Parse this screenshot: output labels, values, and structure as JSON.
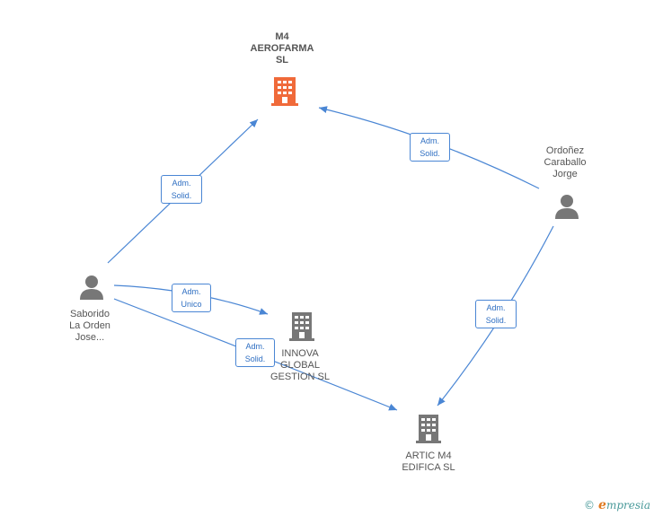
{
  "colors": {
    "edge": "#4a86d4",
    "main_company": "#f06a3a",
    "company": "#777777",
    "person": "#777777"
  },
  "nodes": {
    "m4": {
      "lines": [
        "M4",
        "AEROFARMA",
        "SL"
      ],
      "icon": "building-icon"
    },
    "ordonez": {
      "lines": [
        "Ordoñez",
        "Caraballo",
        "Jorge"
      ],
      "icon": "person-icon"
    },
    "saborido": {
      "lines": [
        "Saborido",
        "La Orden",
        "Jose..."
      ],
      "icon": "person-icon"
    },
    "innova": {
      "lines": [
        "INNOVA",
        "GLOBAL",
        "GESTION  SL"
      ],
      "icon": "building-icon"
    },
    "artic": {
      "lines": [
        "ARTIC M4",
        "EDIFICA  SL"
      ],
      "icon": "building-icon"
    }
  },
  "edges": {
    "saborido_m4": [
      "Adm.",
      "Solid."
    ],
    "ordonez_m4": [
      "Adm.",
      "Solid."
    ],
    "saborido_innova": [
      "Adm.",
      "Unico"
    ],
    "saborido_artic": [
      "Adm.",
      "Solid."
    ],
    "ordonez_artic": [
      "Adm.",
      "Solid."
    ]
  },
  "watermark": {
    "copyright": "©",
    "brand_initial": "e",
    "brand_rest": "mpresia"
  }
}
